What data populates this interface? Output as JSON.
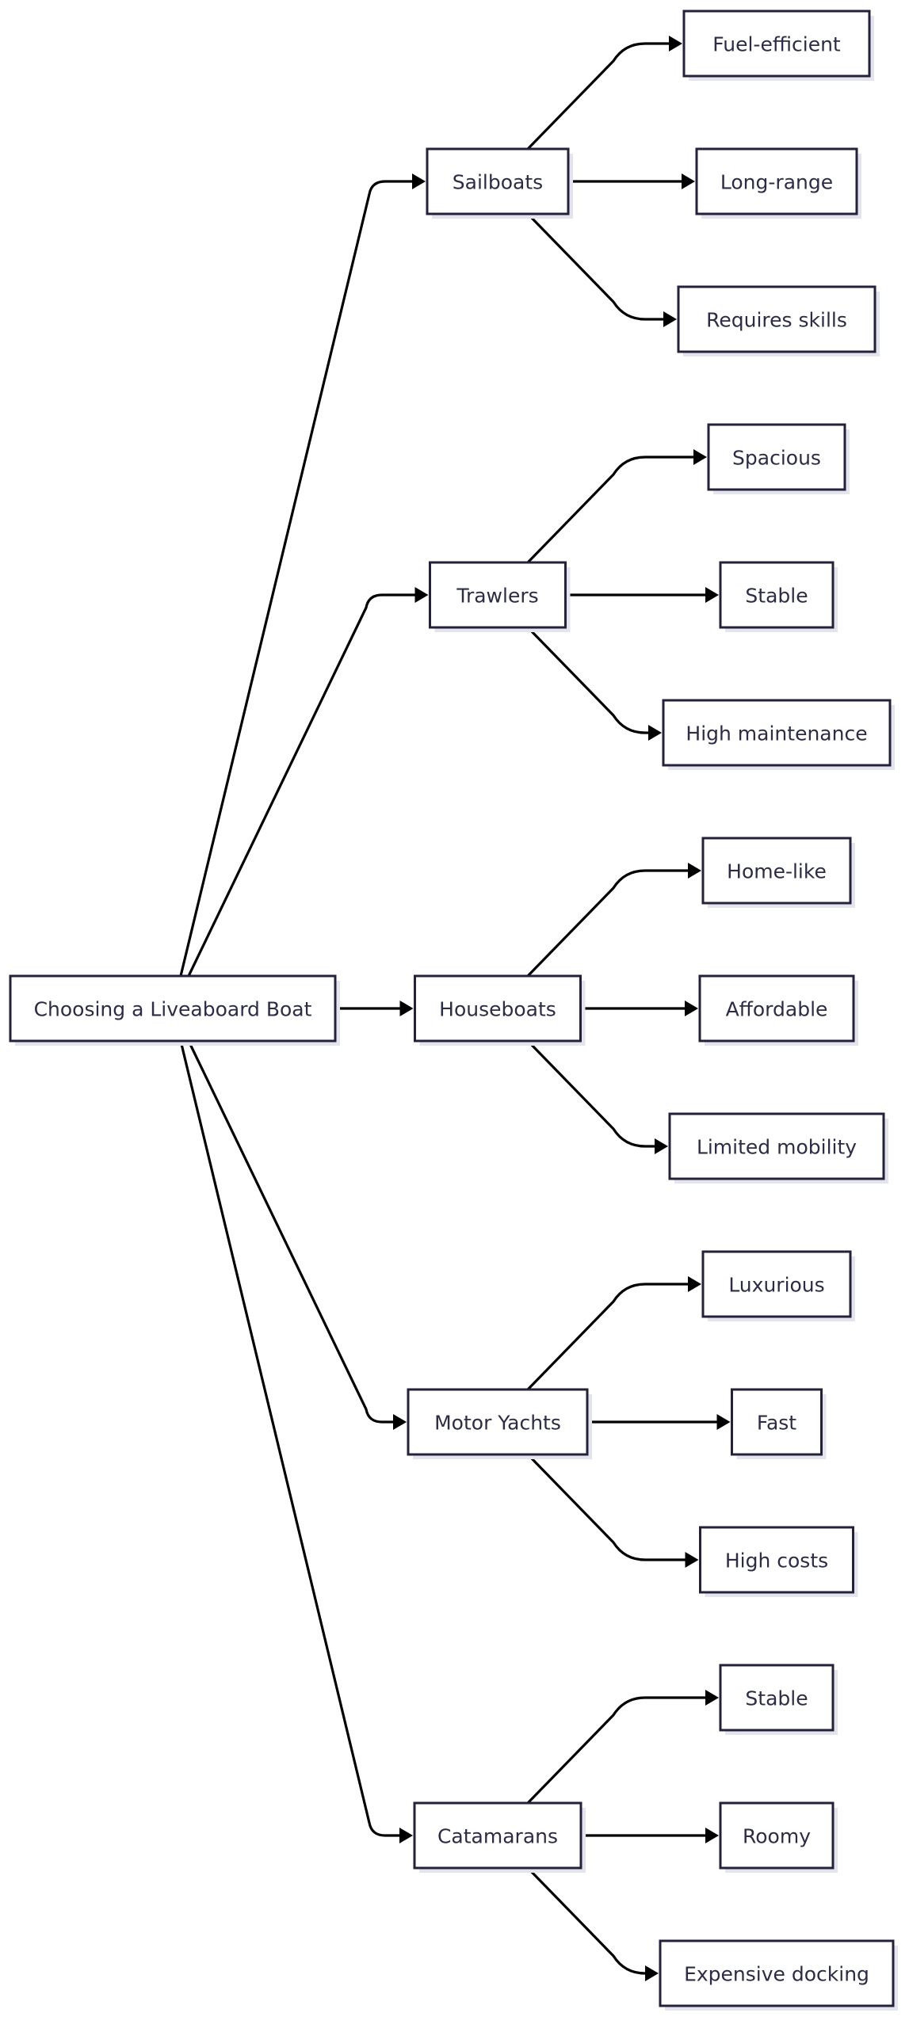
{
  "root": {
    "label": "Choosing a Liveaboard Boat"
  },
  "categories": [
    {
      "label": "Sailboats",
      "attributes": [
        "Fuel-efficient",
        "Long-range",
        "Requires skills"
      ]
    },
    {
      "label": "Trawlers",
      "attributes": [
        "Spacious",
        "Stable",
        "High maintenance"
      ]
    },
    {
      "label": "Houseboats",
      "attributes": [
        "Home-like",
        "Affordable",
        "Limited mobility"
      ]
    },
    {
      "label": "Motor Yachts",
      "attributes": [
        "Luxurious",
        "Fast",
        "High costs"
      ]
    },
    {
      "label": "Catamarans",
      "attributes": [
        "Stable",
        "Roomy",
        "Expensive docking"
      ]
    }
  ],
  "colors": {
    "node_border": "#23223a",
    "node_fill": "#ffffff",
    "text": "#2c2c44",
    "edge": "#000000",
    "shadow": "#e4e4ee"
  }
}
